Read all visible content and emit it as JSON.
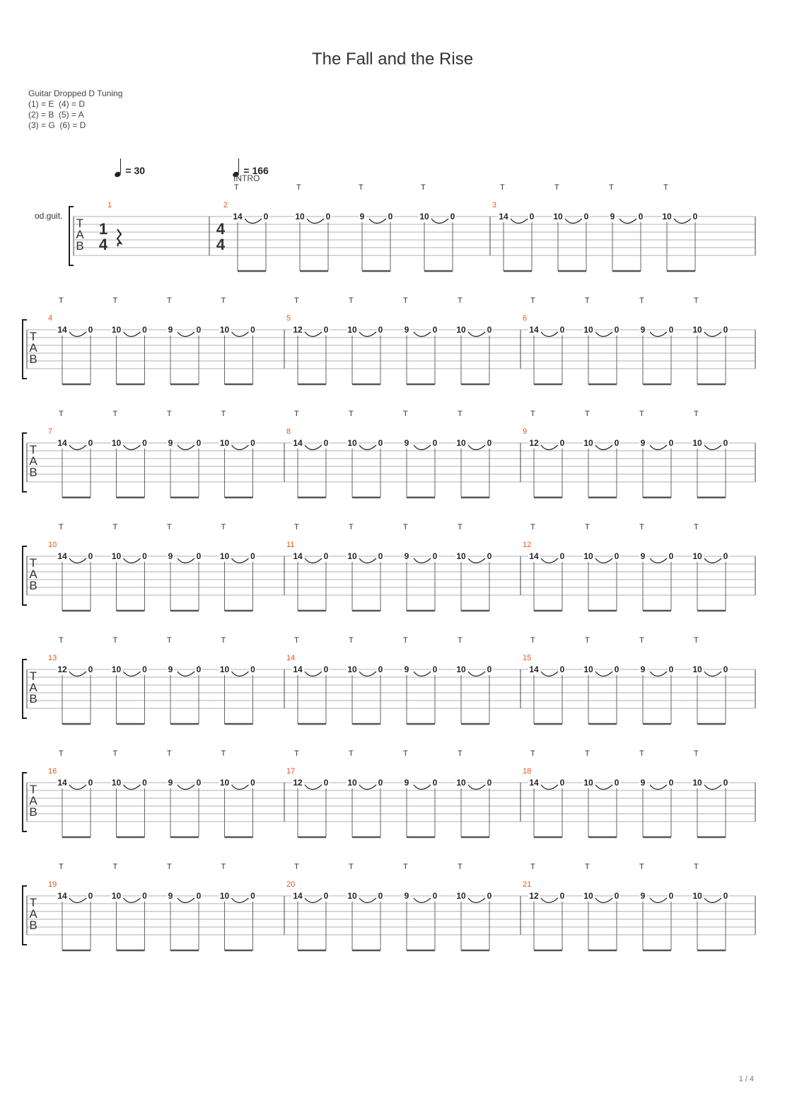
{
  "title": "The Fall and the Rise",
  "tuning": {
    "name": "Guitar Dropped D Tuning",
    "lines": [
      "(1) = E  (4) = D",
      "(2) = B  (5) = A",
      "(3) = G  (6) = D"
    ]
  },
  "tempo1": "= 30",
  "tempo2": "= 166",
  "section_marker": "INTRO",
  "instrument": "od.guit.",
  "tab_letters": [
    "T",
    "A",
    "B"
  ],
  "time_sig_1": [
    "1",
    "4"
  ],
  "time_sig_2": [
    "4",
    "4"
  ],
  "tap_mark": "T",
  "page_number": "1 / 4",
  "colors": {
    "measure_number": "#e8541a",
    "ink": "#333333",
    "staff_line": "#b0b0b0"
  },
  "measures": [
    {
      "number": "1",
      "rest": true,
      "notes": []
    },
    {
      "number": "2",
      "notes": [
        [
          "14",
          "0"
        ],
        [
          "10",
          "0"
        ],
        [
          "9",
          "0"
        ],
        [
          "10",
          "0"
        ]
      ]
    },
    {
      "number": "3",
      "notes": [
        [
          "14",
          "0"
        ],
        [
          "10",
          "0"
        ],
        [
          "9",
          "0"
        ],
        [
          "10",
          "0"
        ]
      ]
    },
    {
      "number": "4",
      "notes": [
        [
          "14",
          "0"
        ],
        [
          "10",
          "0"
        ],
        [
          "9",
          "0"
        ],
        [
          "10",
          "0"
        ]
      ]
    },
    {
      "number": "5",
      "notes": [
        [
          "12",
          "0"
        ],
        [
          "10",
          "0"
        ],
        [
          "9",
          "0"
        ],
        [
          "10",
          "0"
        ]
      ]
    },
    {
      "number": "6",
      "notes": [
        [
          "14",
          "0"
        ],
        [
          "10",
          "0"
        ],
        [
          "9",
          "0"
        ],
        [
          "10",
          "0"
        ]
      ]
    },
    {
      "number": "7",
      "notes": [
        [
          "14",
          "0"
        ],
        [
          "10",
          "0"
        ],
        [
          "9",
          "0"
        ],
        [
          "10",
          "0"
        ]
      ]
    },
    {
      "number": "8",
      "notes": [
        [
          "14",
          "0"
        ],
        [
          "10",
          "0"
        ],
        [
          "9",
          "0"
        ],
        [
          "10",
          "0"
        ]
      ]
    },
    {
      "number": "9",
      "notes": [
        [
          "12",
          "0"
        ],
        [
          "10",
          "0"
        ],
        [
          "9",
          "0"
        ],
        [
          "10",
          "0"
        ]
      ]
    },
    {
      "number": "10",
      "notes": [
        [
          "14",
          "0"
        ],
        [
          "10",
          "0"
        ],
        [
          "9",
          "0"
        ],
        [
          "10",
          "0"
        ]
      ]
    },
    {
      "number": "11",
      "notes": [
        [
          "14",
          "0"
        ],
        [
          "10",
          "0"
        ],
        [
          "9",
          "0"
        ],
        [
          "10",
          "0"
        ]
      ]
    },
    {
      "number": "12",
      "notes": [
        [
          "14",
          "0"
        ],
        [
          "10",
          "0"
        ],
        [
          "9",
          "0"
        ],
        [
          "10",
          "0"
        ]
      ]
    },
    {
      "number": "13",
      "notes": [
        [
          "12",
          "0"
        ],
        [
          "10",
          "0"
        ],
        [
          "9",
          "0"
        ],
        [
          "10",
          "0"
        ]
      ]
    },
    {
      "number": "14",
      "notes": [
        [
          "14",
          "0"
        ],
        [
          "10",
          "0"
        ],
        [
          "9",
          "0"
        ],
        [
          "10",
          "0"
        ]
      ]
    },
    {
      "number": "15",
      "notes": [
        [
          "14",
          "0"
        ],
        [
          "10",
          "0"
        ],
        [
          "9",
          "0"
        ],
        [
          "10",
          "0"
        ]
      ]
    },
    {
      "number": "16",
      "notes": [
        [
          "14",
          "0"
        ],
        [
          "10",
          "0"
        ],
        [
          "9",
          "0"
        ],
        [
          "10",
          "0"
        ]
      ]
    },
    {
      "number": "17",
      "notes": [
        [
          "12",
          "0"
        ],
        [
          "10",
          "0"
        ],
        [
          "9",
          "0"
        ],
        [
          "10",
          "0"
        ]
      ]
    },
    {
      "number": "18",
      "notes": [
        [
          "14",
          "0"
        ],
        [
          "10",
          "0"
        ],
        [
          "9",
          "0"
        ],
        [
          "10",
          "0"
        ]
      ]
    },
    {
      "number": "19",
      "notes": [
        [
          "14",
          "0"
        ],
        [
          "10",
          "0"
        ],
        [
          "9",
          "0"
        ],
        [
          "10",
          "0"
        ]
      ]
    },
    {
      "number": "20",
      "notes": [
        [
          "14",
          "0"
        ],
        [
          "10",
          "0"
        ],
        [
          "9",
          "0"
        ],
        [
          "10",
          "0"
        ]
      ]
    },
    {
      "number": "21",
      "notes": [
        [
          "12",
          "0"
        ],
        [
          "10",
          "0"
        ],
        [
          "9",
          "0"
        ],
        [
          "10",
          "0"
        ]
      ]
    }
  ]
}
